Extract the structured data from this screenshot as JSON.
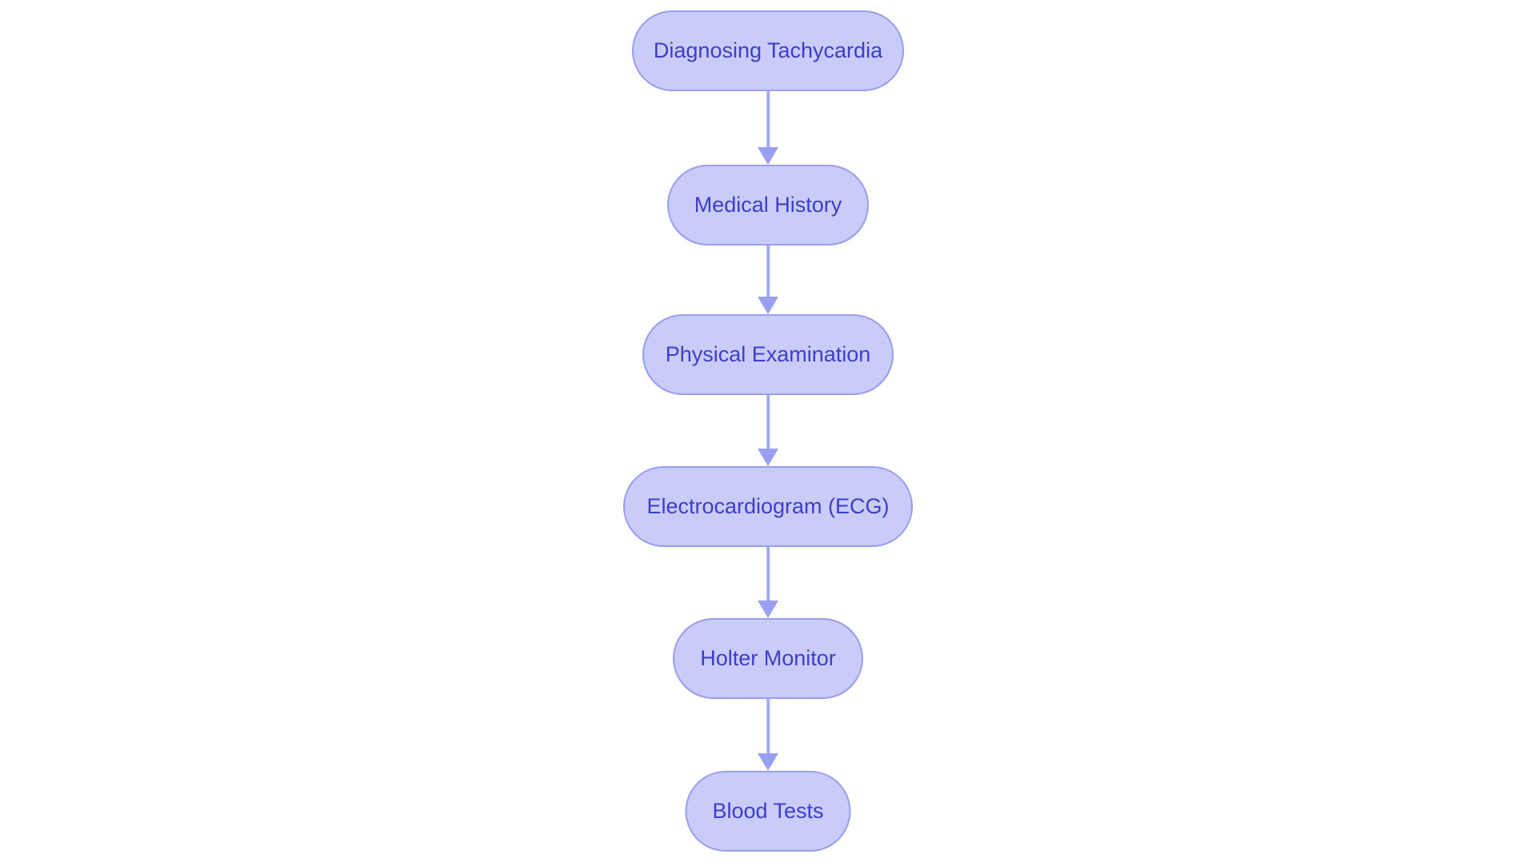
{
  "flowchart": {
    "type": "flowchart",
    "direction": "top-down",
    "nodes": [
      {
        "label": "Diagnosing Tachycardia"
      },
      {
        "label": "Medical History"
      },
      {
        "label": "Physical Examination"
      },
      {
        "label": "Electrocardiogram (ECG)"
      },
      {
        "label": "Holter Monitor"
      },
      {
        "label": "Blood Tests"
      }
    ],
    "edges": [
      {
        "from": "Diagnosing Tachycardia",
        "to": "Medical History"
      },
      {
        "from": "Medical History",
        "to": "Physical Examination"
      },
      {
        "from": "Physical Examination",
        "to": "Electrocardiogram (ECG)"
      },
      {
        "from": "Electrocardiogram (ECG)",
        "to": "Holter Monitor"
      },
      {
        "from": "Holter Monitor",
        "to": "Blood Tests"
      }
    ],
    "colors": {
      "node_fill": "#c9cbf8",
      "node_border": "#999eef",
      "arrow": "#9aa0f1",
      "node_text": "#3d3ec9",
      "background": "#ffffff"
    }
  }
}
